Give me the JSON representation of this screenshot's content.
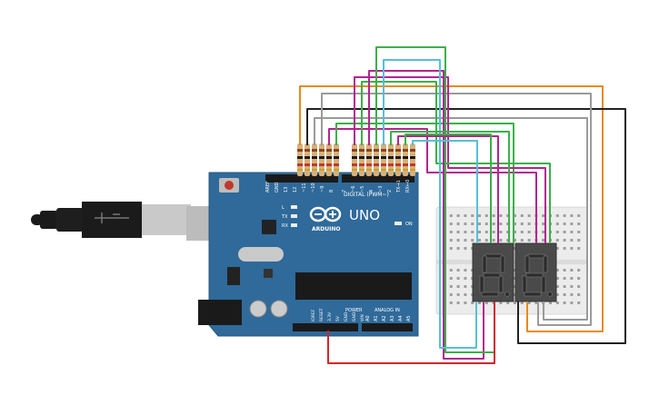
{
  "board": {
    "brand_label": "UNO",
    "brand_sub": "ARDUINO",
    "digital_header_label": "DIGITAL (PWM~)",
    "power_header_label": "POWER",
    "analog_header_label": "ANALOG IN",
    "on_label": "ON",
    "led_labels": [
      "L",
      "TX",
      "RX"
    ],
    "digital_pin_labels": [
      "AREF",
      "GND",
      "13",
      "12",
      "~11",
      "~10",
      "~9",
      "8",
      "7",
      "~6",
      "~5",
      "4",
      "~3",
      "2",
      "TX→1",
      "RX←0"
    ],
    "power_pin_labels": [
      "IOREF",
      "RESET",
      "3.3V",
      "5V",
      "GND",
      "GND",
      "VIN"
    ],
    "analog_pin_labels": [
      "A0",
      "A1",
      "A2",
      "A3",
      "A4",
      "A5"
    ]
  },
  "displays": [
    {
      "digits": "8."
    },
    {
      "digits": "8."
    }
  ],
  "colors": {
    "board_blue": "#2f6a9a",
    "wire_orange": "#e98a1c",
    "wire_green": "#3bb04a",
    "wire_cyan": "#56c0d6",
    "wire_magenta": "#b4248f",
    "wire_black": "#222222",
    "wire_gray": "#9a9a9a",
    "wire_red": "#d2262b",
    "breadboard": "#e9e9e9",
    "segment_off": "#3a3a3a"
  },
  "icons": {
    "usb_cable": "usb-cable-icon",
    "arduino_logo": "arduino-infinity-icon"
  }
}
